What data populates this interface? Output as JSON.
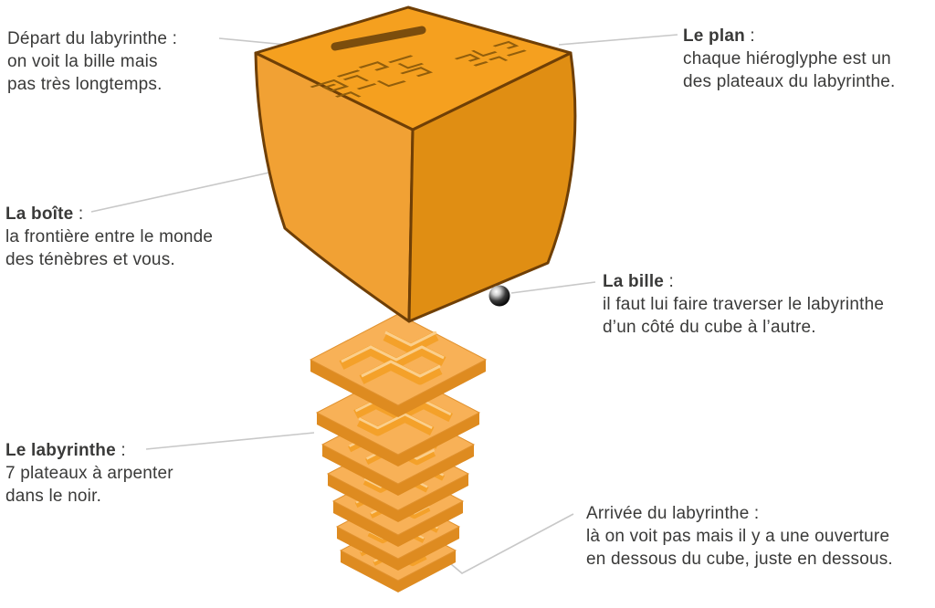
{
  "colors": {
    "background": "#FFFFFF",
    "text": "#3A3A39",
    "leader": "#C8C8C8",
    "cube_top": "#F5A01F",
    "cube_left": "#F1A134",
    "cube_right": "#E08E13",
    "cube_outline": "#6F3F06",
    "cube_glyph": "#915E0C",
    "slot": "#7B4D0D",
    "layer_top": "#F8B157",
    "layer_side": "#DE8B20",
    "layer_edge": "#E1922F",
    "layer_wall": "#F4A12A",
    "layer_wall_highlight": "#FBCF8C",
    "ball": "#000000"
  },
  "labels": {
    "depart": {
      "title_bold": "",
      "title_rest": "Départ du labyrinthe :",
      "lines": [
        "on voit la bille mais",
        "pas très longtemps."
      ]
    },
    "plan": {
      "title_bold": "Le plan",
      "title_rest": " :",
      "lines": [
        "chaque hiéroglyphe est un",
        "des plateaux du labyrinthe."
      ]
    },
    "boite": {
      "title_bold": "La boîte",
      "title_rest": " :",
      "lines": [
        "la frontière entre le monde",
        "des ténèbres et vous."
      ]
    },
    "bille": {
      "title_bold": "La bille",
      "title_rest": " :",
      "lines": [
        "il faut lui faire traverser le  labyrinthe",
        "d’un côté du cube à l’autre."
      ]
    },
    "labyrinthe": {
      "title_bold": "Le labyrinthe",
      "title_rest": " :",
      "lines": [
        "7 plateaux à arpenter",
        "dans le noir."
      ]
    },
    "arrivee": {
      "title_bold": "",
      "title_rest": "Arrivée du labyrinthe :",
      "lines": [
        "là on voit pas mais il y a une ouverture",
        "en dessous du cube, juste en dessous."
      ]
    }
  },
  "illustration": {
    "box": "orange labyrinth cube with hieroglyph-engraved top",
    "entry_slot": "dark slot on top face (labyrinth start)",
    "maze_layers_count": 7,
    "marble": "small black steel ball"
  }
}
